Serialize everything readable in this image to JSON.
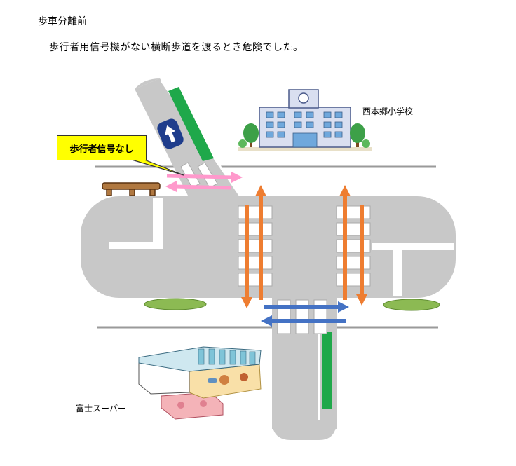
{
  "header": {
    "title": "歩車分離前",
    "subtitle": "歩行者用信号機がない横断歩道を渡るとき危険でした。"
  },
  "labels": {
    "school": "西本郷小学校",
    "supermarket": "富士スーパー",
    "callout": "歩行者信号なし"
  },
  "colors": {
    "road": "#c8c8c8",
    "green_lane": "#1fa84a",
    "orange_arrow": "#ee7d31",
    "blue_arrow": "#4472c4",
    "pink_arrow": "#ff99cc",
    "callout_bg": "#ffff00",
    "bush": "#8cba53"
  },
  "icons": {
    "direction_sign": "up-arrow-sign-icon",
    "bench": "bench-icon",
    "school": "school-building-icon",
    "supermarket": "supermarket-building-icon",
    "trees": "tree-icon",
    "bushes": "bush-icon"
  }
}
